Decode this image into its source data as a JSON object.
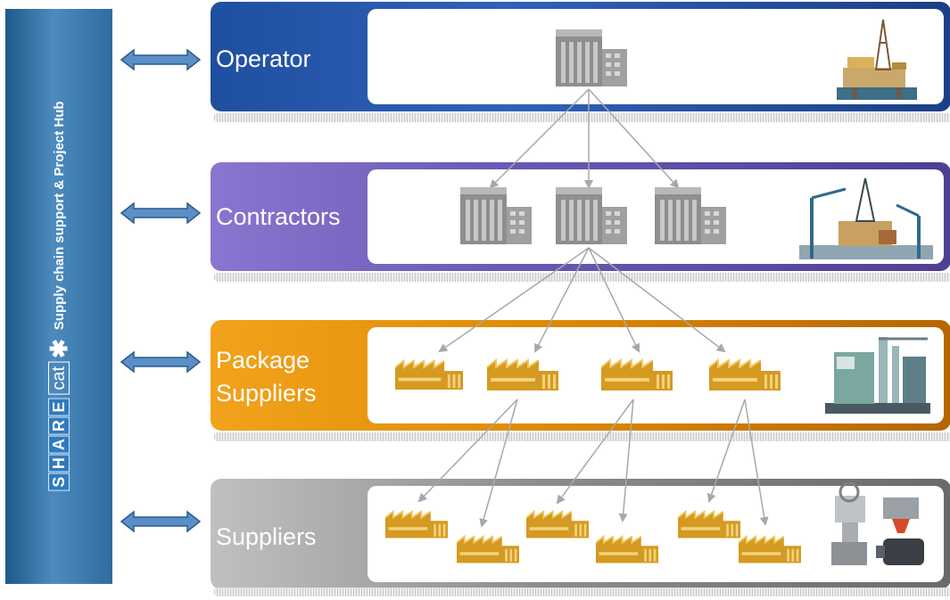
{
  "hub": {
    "logo_share": [
      "S",
      "H",
      "A",
      "R",
      "E"
    ],
    "logo_cat": "cat",
    "subtitle": "Supply chain support & Project Hub"
  },
  "layers": [
    {
      "id": "operator",
      "label_lines": [
        "Operator"
      ],
      "color": "#1f4fa0",
      "picture": "offshore-drilling-rig"
    },
    {
      "id": "contractors",
      "label_lines": [
        "Contractors"
      ],
      "color": "#6a58b4",
      "picture": "rig-construction-yard"
    },
    {
      "id": "package_suppliers",
      "label_lines": [
        "Package",
        "Suppliers"
      ],
      "color": "#df8a05",
      "picture": "compressor-package"
    },
    {
      "id": "suppliers",
      "label_lines": [
        "Suppliers"
      ],
      "color": "#8c8c8c",
      "picture": "valves-and-motor"
    }
  ],
  "icons": {
    "operator": [
      "office-building-icon"
    ],
    "contractors": [
      "office-building-icon",
      "office-building-icon",
      "office-building-icon"
    ],
    "package_suppliers": [
      "factory-icon",
      "factory-icon",
      "factory-icon",
      "factory-icon"
    ],
    "suppliers": [
      "factory-icon",
      "factory-icon",
      "factory-icon",
      "factory-icon",
      "factory-icon",
      "factory-icon"
    ]
  },
  "connector_color": "#a8a8a8"
}
